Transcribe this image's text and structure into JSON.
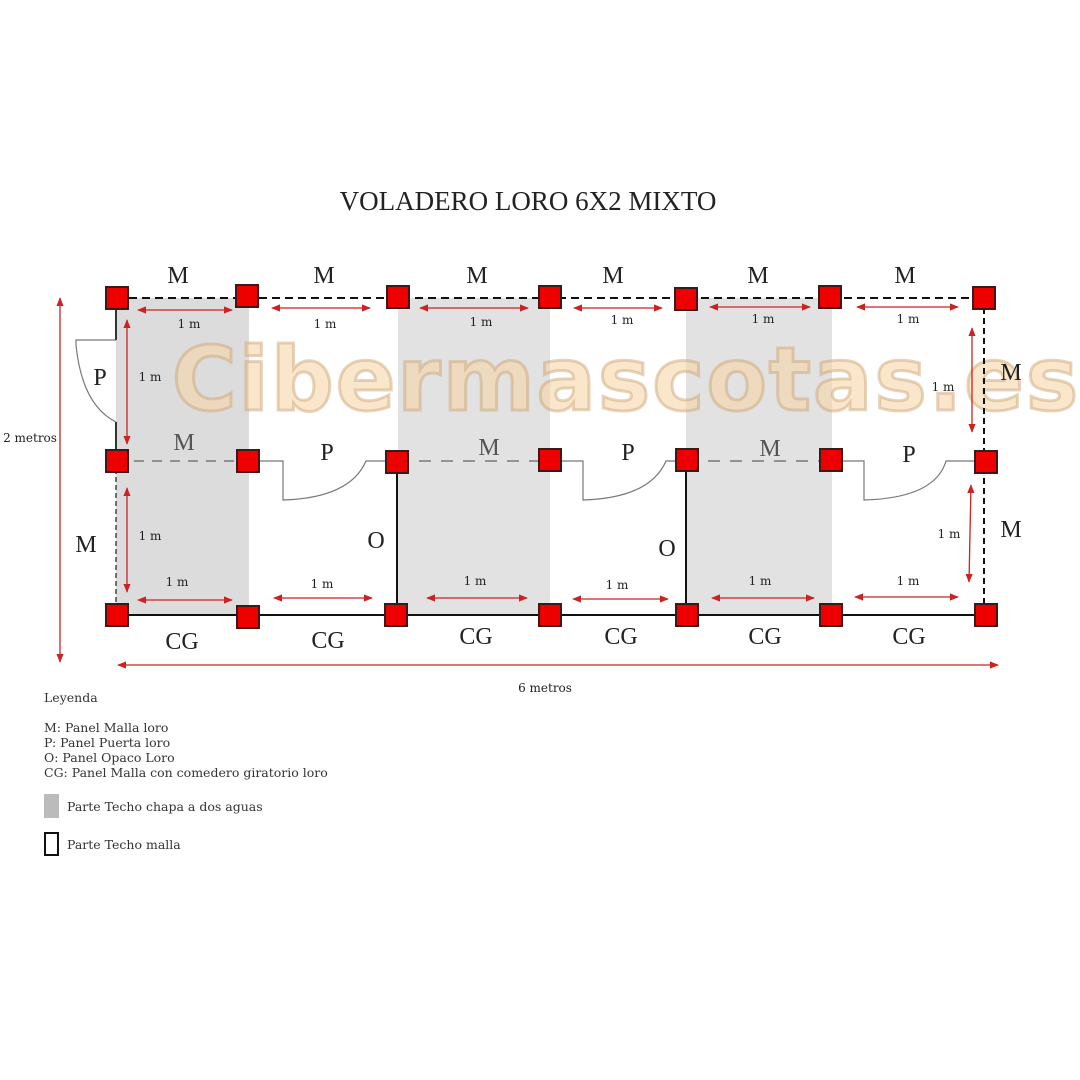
{
  "title": "VOLADERO LORO 6X2 MIXTO",
  "watermark": "Cibermascotas.es",
  "colors": {
    "post": "#ee0000",
    "post_border": "#3a1a1a",
    "dimension": "#cc2222",
    "roof_gray": "#e2e2e2"
  },
  "top_row_labels": [
    "M",
    "M",
    "M",
    "M",
    "M",
    "M"
  ],
  "middle_row_labels": [
    "M",
    "P",
    "M",
    "P",
    "M",
    "P"
  ],
  "bottom_row_labels": [
    "CG",
    "CG",
    "CG",
    "CG",
    "CG",
    "CG"
  ],
  "left_side": {
    "upper": "P",
    "lower": "M"
  },
  "right_side": {
    "upper": "M",
    "lower": "M"
  },
  "interior_walls": [
    "O",
    "O"
  ],
  "dimensions": {
    "unit_label": "1 m",
    "height_total": "2 metros",
    "width_total": "6 metros"
  },
  "legend": {
    "title": "Leyenda",
    "items": [
      "M: Panel Malla loro",
      "P: Panel Puerta loro",
      "O: Panel Opaco Loro",
      "CG: Panel Malla con comedero giratorio loro"
    ],
    "roof_gray": "Parte Techo chapa a dos aguas",
    "roof_mesh": "Parte Techo malla"
  }
}
